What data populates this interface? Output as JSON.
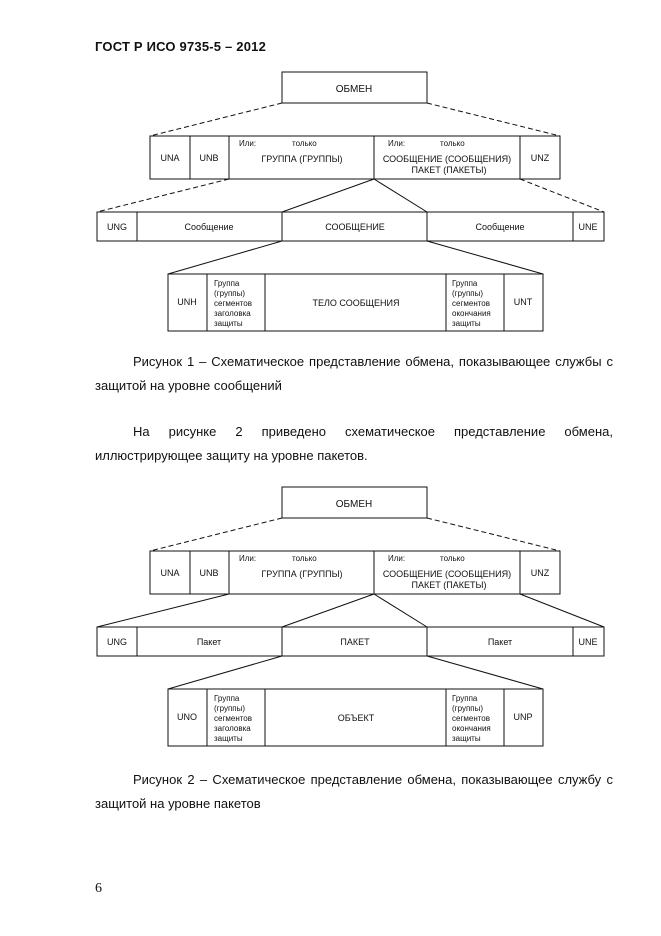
{
  "header": "ГОСТ Р ИСО 9735-5 – 2012",
  "figure1": {
    "top": "ОБМЕН",
    "level2": {
      "una": "UNA",
      "unb": "UNB",
      "group_or": "Или:",
      "group_only": "только",
      "group_label": "ГРУППА (ГРУППЫ)",
      "msg_or": "Или:",
      "msg_only": "только",
      "msg_label1": "СООБЩЕНИЕ (СООБЩЕНИЯ)",
      "msg_label2": "ПАКЕТ (ПАКЕТЫ)",
      "unz": "UNZ"
    },
    "level3": {
      "ung": "UNG",
      "left": "Сообщение",
      "center": "СООБЩЕНИЕ",
      "right": "Сообщение",
      "une": "UNE"
    },
    "level4": {
      "start": "UNH",
      "header_seg": [
        "Группа",
        "(группы)",
        "сегментов",
        "заголовка",
        "защиты"
      ],
      "body": "ТЕЛО СООБЩЕНИЯ",
      "trailer_seg": [
        "Группа",
        "(группы)",
        "сегментов",
        "окончания",
        "защиты"
      ],
      "end": "UNT"
    }
  },
  "caption1": "Рисунок 1 –  Схематическое представление обмена, показывающее службы с защитой на уровне сообщений",
  "paragraph": "На рисунке 2 приведено схематическое представление обмена, иллюстрирующее защиту на уровне пакетов.",
  "figure2": {
    "top": "ОБМЕН",
    "level2": {
      "una": "UNA",
      "unb": "UNB",
      "group_or": "Или:",
      "group_only": "только",
      "group_label": "ГРУППА (ГРУППЫ)",
      "msg_or": "Или:",
      "msg_only": "только",
      "msg_label1": "СООБЩЕНИЕ (СООБЩЕНИЯ)",
      "msg_label2": "ПАКЕТ (ПАКЕТЫ)",
      "unz": "UNZ"
    },
    "level3": {
      "ung": "UNG",
      "left": "Пакет",
      "center": "ПАКЕТ",
      "right": "Пакет",
      "une": "UNE"
    },
    "level4": {
      "start": "UNO",
      "header_seg": [
        "Группа",
        "(группы)",
        "сегментов",
        "заголовка",
        "защиты"
      ],
      "body": "ОБЪЕКТ",
      "trailer_seg": [
        "Группа",
        "(группы)",
        "сегментов",
        "окончания",
        "защиты"
      ],
      "end": "UNP"
    }
  },
  "caption2": "Рисунок 2 – Схематическое представление обмена, показывающее службу с защитой на уровне пакетов",
  "page_number": "6"
}
